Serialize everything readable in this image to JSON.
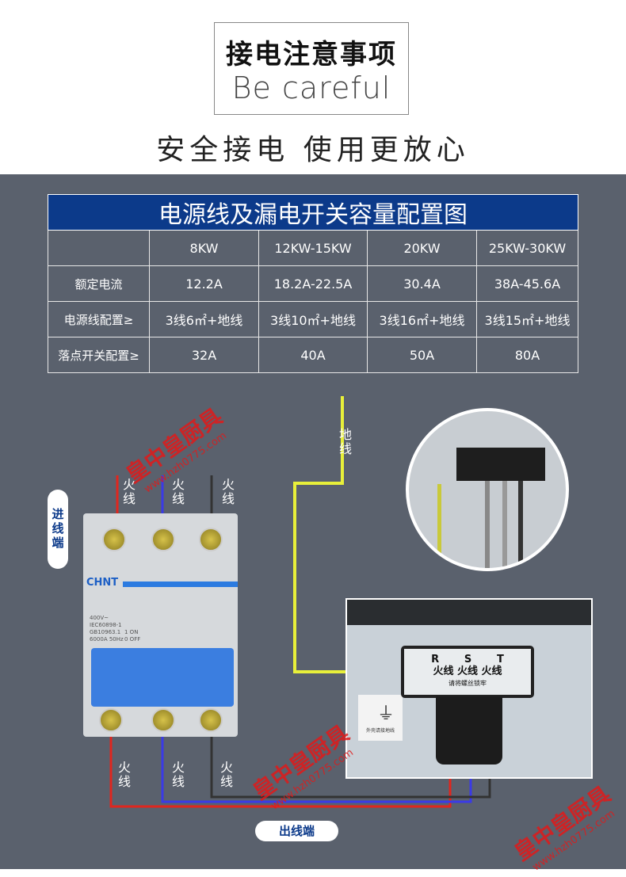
{
  "header": {
    "title_cn": "接电注意事项",
    "title_en": "Be careful",
    "slogan": "安全接电  使用更放心"
  },
  "table": {
    "title": "电源线及漏电开关容量配置图",
    "columns": [
      "",
      "8KW",
      "12KW-15KW",
      "20KW",
      "25KW-30KW"
    ],
    "rows": [
      [
        "额定电流",
        "12.2A",
        "18.2A-22.5A",
        "30.4A",
        "38A-45.6A"
      ],
      [
        "电源线配置≥",
        "3线6㎡+地线",
        "3线10㎡+地线",
        "3线16㎡+地线",
        "3线15㎡+地线"
      ],
      [
        "落点开关配置≥",
        "32A",
        "40A",
        "50A",
        "80A"
      ]
    ]
  },
  "diagram": {
    "input_label": "进线端",
    "output_label": "出线端",
    "ground_label": "地线",
    "live_label": "火线",
    "breaker": {
      "brand": "CHNT",
      "spec": [
        "400V~",
        "IEC60898-1",
        "GB10963.1",
        "6000A 50Hz"
      ],
      "on": "1 ON",
      "off": "0 OFF"
    },
    "terminal": {
      "phases": [
        "R",
        "S",
        "T"
      ],
      "note": "请将螺丝锁牢",
      "ground_note": "外壳请接地线"
    },
    "wire_colors": {
      "red": "#e0261e",
      "blue": "#3a3ae6",
      "gray": "#444444",
      "ground": "#e8f03a"
    }
  },
  "watermark": {
    "name": "皇中皇厨具",
    "url": "www.hzh0775.com"
  }
}
